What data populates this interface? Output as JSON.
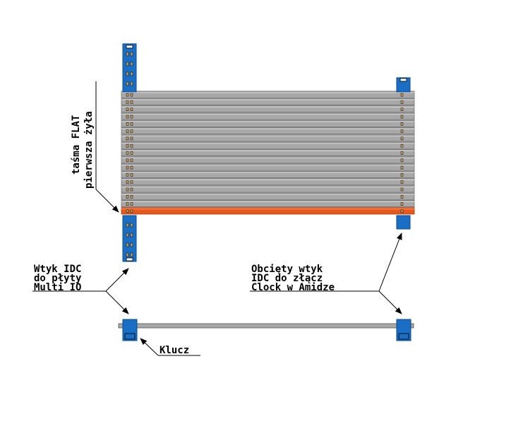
{
  "colors": {
    "connector": "#1a6fc4",
    "connector_dark": "#0d4a8f",
    "wire": "#a8a8a8",
    "wire_dark": "#6e6e6e",
    "first_wire": "#e8581c",
    "pin": "#c8a060"
  },
  "labels": {
    "flat_cable": "taśma FLAT",
    "first_wire": "pierwsza żyła",
    "idc_plug_line1": "Wtyk IDC",
    "idc_plug_line2": "do płyty",
    "idc_plug_line3": "Multi IO",
    "cut_plug_line1": "Obcięty wtyk",
    "cut_plug_line2": "IDC do złącz",
    "cut_plug_line3": "Clock w Amidze",
    "key": "Klucz"
  },
  "cable": {
    "wire_count": 17,
    "first_wire_index": 17
  }
}
